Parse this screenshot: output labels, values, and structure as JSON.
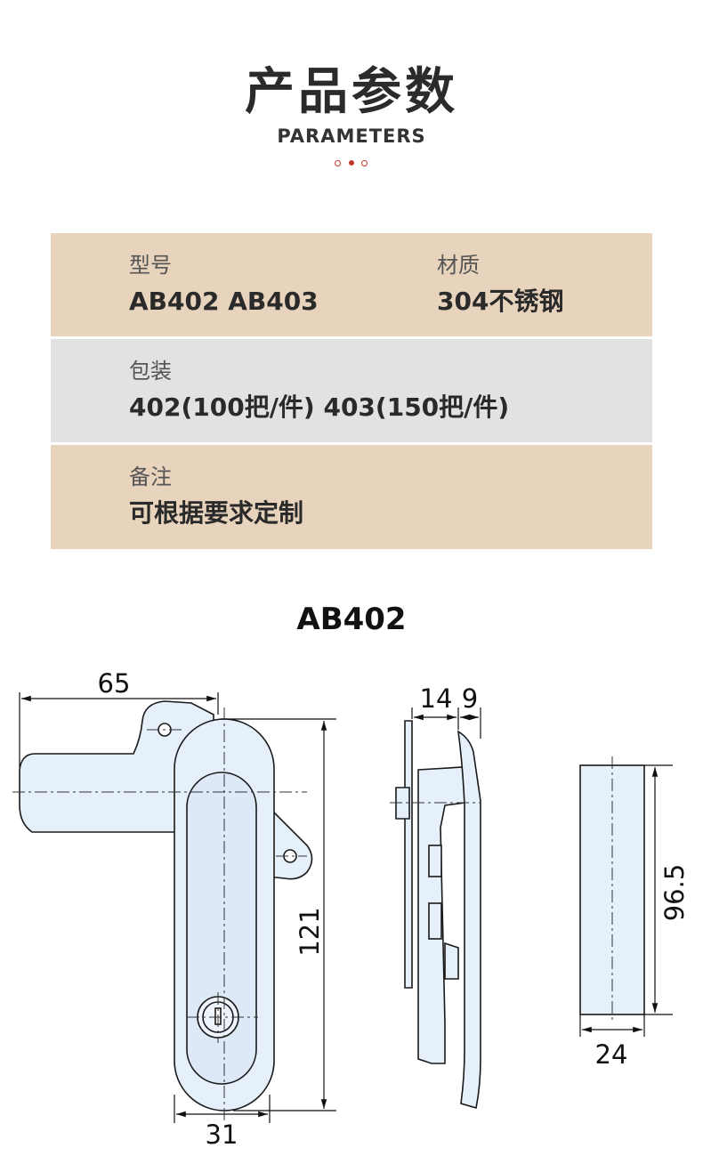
{
  "header": {
    "title": "产品参数",
    "subtitle": "PARAMETERS"
  },
  "params": [
    [
      {
        "label": "型号",
        "value": "AB402 AB403"
      },
      {
        "label": "材质",
        "value": "304不锈钢"
      }
    ],
    [
      {
        "label": "包装",
        "value": "402(100把/件)  403(150把/件)"
      }
    ],
    [
      {
        "label": "备注",
        "value": "可根据要求定制"
      }
    ]
  ],
  "drawing": {
    "model": "AB402",
    "dims": {
      "width_top": "65",
      "height": "121",
      "width_bottom": "31",
      "depth_a": "14",
      "depth_b": "9",
      "side_height": "96.5",
      "side_width": "24"
    }
  },
  "colors": {
    "accent": "#c0392b",
    "row_beige": "#e8d3bc",
    "row_gray": "#e2e2e2",
    "part_fill": "#e6f0fb",
    "line": "#1a1a1a"
  }
}
